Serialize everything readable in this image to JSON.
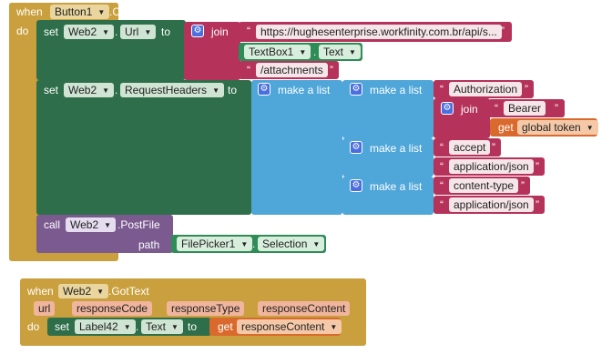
{
  "event1": {
    "when": "when",
    "component": "Button1",
    "event": ".Click",
    "do": "do"
  },
  "set_url": {
    "set": "set",
    "component": "Web2",
    "property": "Url",
    "to": "to",
    "join": "join",
    "url_text": "https://hughesenterprise.workfinity.com.br/api/s...",
    "textbox": "TextBox1",
    "textbox_prop": "Text",
    "attach_text": "/attachments"
  },
  "set_headers": {
    "set": "set",
    "component": "Web2",
    "property": "RequestHeaders",
    "to": "to",
    "make_list": "make a list",
    "auth_text": "Authorization",
    "join": "join",
    "bearer_text": "Bearer",
    "get": "get",
    "global_token": "global token",
    "accept_text": "accept",
    "app_json_1": "application/json",
    "content_type_text": "content-type",
    "app_json_2": "application/json"
  },
  "call_post": {
    "call": "call",
    "component": "Web2",
    "method": ".PostFile",
    "path": "path",
    "picker": "FilePicker1",
    "picker_prop": "Selection"
  },
  "event2": {
    "when": "when",
    "component": "Web2",
    "event": ".GotText",
    "params": [
      "url",
      "responseCode",
      "responseType",
      "responseContent"
    ],
    "do": "do",
    "set": "set",
    "label": "Label42",
    "label_prop": "Text",
    "to": "to",
    "get": "get",
    "get_var": "responseContent"
  },
  "colors": {
    "event": "#c9a03d",
    "setter": "#2e6e4a",
    "call": "#7a5a8f",
    "list": "#4fa6d8",
    "text": "#b5325a",
    "getter": "#d9692c"
  },
  "icons": [
    "gear-icon",
    "dropdown-arrow-icon"
  ]
}
